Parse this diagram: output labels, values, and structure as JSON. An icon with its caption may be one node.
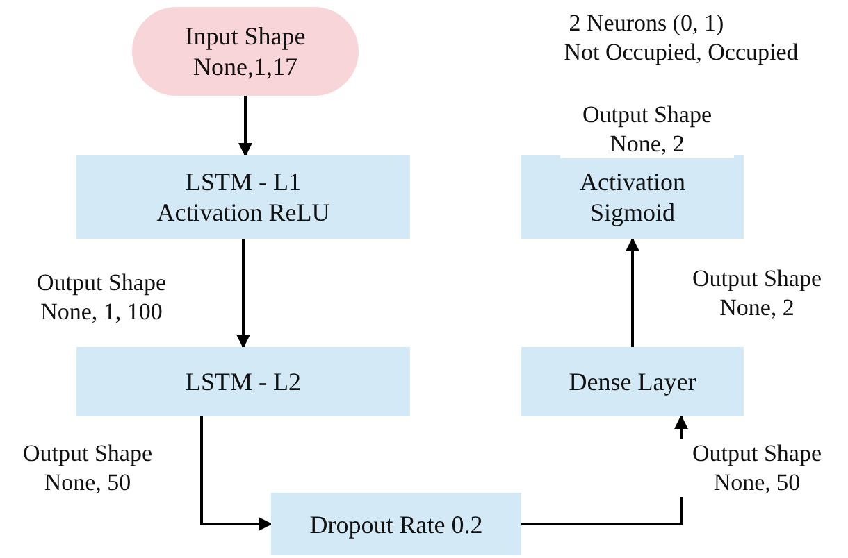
{
  "diagram": {
    "nodes": [
      {
        "text": [
          "Input Shape",
          "None,1,17"
        ]
      },
      {
        "text": [
          "LSTM - L1",
          "Activation ReLU"
        ]
      },
      {
        "text": [
          "LSTM - L2"
        ]
      },
      {
        "text": [
          "Dropout Rate 0.2"
        ]
      },
      {
        "text": [
          "Dense Layer"
        ]
      },
      {
        "text": [
          "Activation",
          "Sigmoid"
        ]
      }
    ],
    "edges": [
      {
        "from": 0,
        "to": 1,
        "arrow": "to"
      },
      {
        "from": 1,
        "to": 2,
        "arrow": "to"
      },
      {
        "from": 2,
        "to": 3,
        "arrow": "to"
      },
      {
        "from": 3,
        "to": 4,
        "arrow": "to"
      },
      {
        "from": 4,
        "to": 5,
        "arrow": "to"
      }
    ],
    "labels": [
      "2 Neurons (0, 1)",
      "Not Occupied, Occupied",
      "Output Shape None, 2",
      "Output Shape None, 1, 100",
      "Output Shape None, 2",
      "Output Shape None, 50",
      "Output Shape None, 50"
    ]
  }
}
